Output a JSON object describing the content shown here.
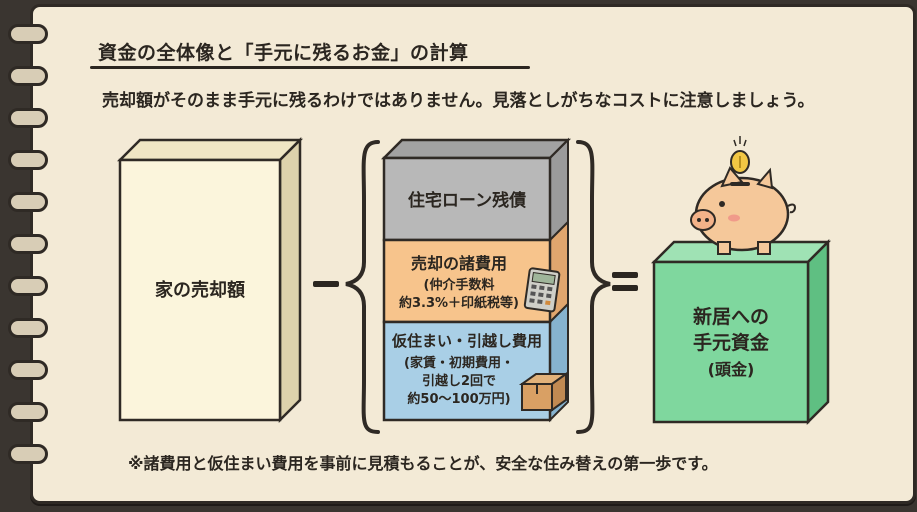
{
  "header": {
    "title": "資金の全体像と「手元に残るお金」の計算",
    "subtitle": "売却額がそのまま手元に残るわけではありません。見落としがちなコストに注意しましょう。"
  },
  "diagram": {
    "sale_box": {
      "label": "家の売却額"
    },
    "operators": {
      "minus": "ー",
      "equals": "＝"
    },
    "cost_stack": {
      "loan": {
        "label": "住宅ローン残債"
      },
      "selling_costs": {
        "label": "売却の諸費用",
        "detail_line1": "(仲介手数料",
        "detail_line2": "約3.3%＋印紙税等)"
      },
      "temp_housing": {
        "label": "仮住まい・引越し費用",
        "detail_line1": "(家賃・初期費用・",
        "detail_line2": "引越し2回で",
        "detail_line3": "約50〜100万円)"
      }
    },
    "result_box": {
      "label_line1": "新居への",
      "label_line2": "手元資金",
      "label_line3": "(頭金)"
    }
  },
  "footer": {
    "note": "※諸費用と仮住まい費用を事前に見積もることが、安全な住み替えの第一歩です。"
  },
  "colors": {
    "paper": "#f3ead6",
    "sale_box": "#fbf5dc",
    "loan": "#b8b8b8",
    "selling_costs": "#f7c48c",
    "temp_housing": "#a9cfe6",
    "result": "#7fd79e"
  },
  "icons": [
    "spiral-binding-icon",
    "calculator-icon",
    "cardboard-box-icon",
    "piggy-bank-icon",
    "coin-icon"
  ]
}
